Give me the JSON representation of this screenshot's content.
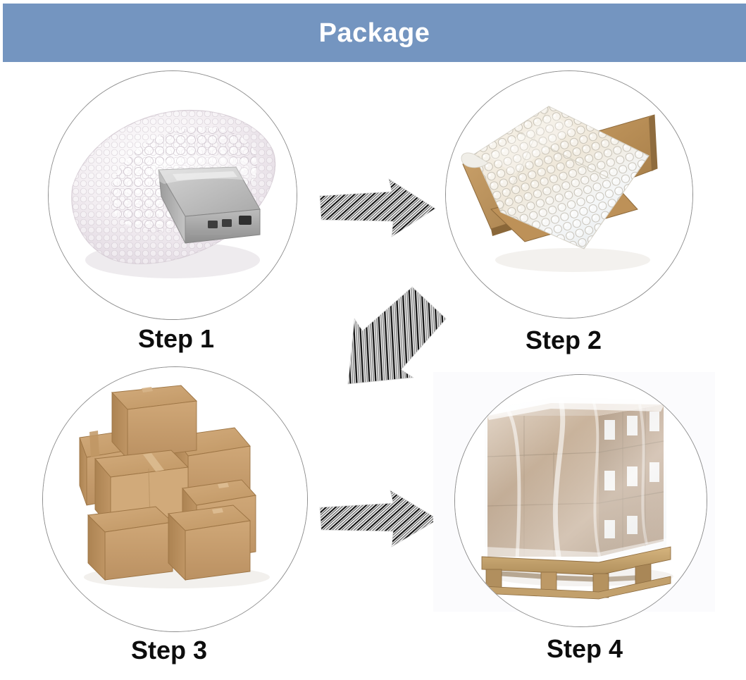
{
  "header": {
    "title": "Package",
    "background_color": "#7495c0",
    "text_color": "#ffffff"
  },
  "theme": {
    "page_background": "#ffffff",
    "circle_border_color": "#8d8d8d",
    "label_color": "#0d0d0d",
    "arrow_stripe_dark": "#1a1a1a",
    "arrow_stripe_light": "#f2f2f2",
    "carton_brown": "#c2925e",
    "pallet_wood": "#c9a36a"
  },
  "steps": [
    {
      "id": "step-1",
      "label": "Step 1",
      "image_name": "device-in-bubble-wrap-bag-photo",
      "description": "Grey electronic device sealed inside a clear bubble wrap bag"
    },
    {
      "id": "step-2",
      "label": "Step 2",
      "image_name": "bubble-wrapped-item-with-carton-photo",
      "description": "Bubble wrapped item resting on open brown carton flaps"
    },
    {
      "id": "step-3",
      "label": "Step 3",
      "image_name": "stacked-cardboard-boxes-photo",
      "description": "Pyramid stack of brown cardboard shipping boxes"
    },
    {
      "id": "step-4",
      "label": "Step 4",
      "image_name": "shrink-wrapped-pallet-photo",
      "description": "Cartons stacked on a wooden pallet wrapped in clear stretch film"
    }
  ],
  "arrows": [
    {
      "id": "arrow-1",
      "name": "arrow-step1-to-step2-icon",
      "direction": "right"
    },
    {
      "id": "arrow-2",
      "name": "arrow-step2-to-step3-icon",
      "direction": "down-left"
    },
    {
      "id": "arrow-3",
      "name": "arrow-step3-to-step4-icon",
      "direction": "right"
    }
  ]
}
